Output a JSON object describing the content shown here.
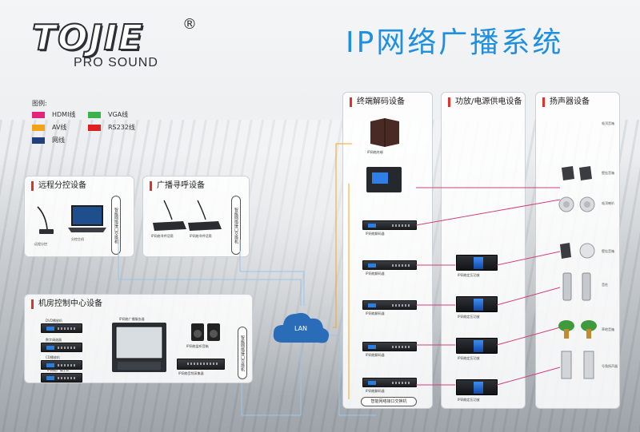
{
  "brand": {
    "logo_text": "TOJIE",
    "registered_mark": "®",
    "tagline": "PRO SOUND"
  },
  "title": "IP网络广播系统",
  "legend": {
    "title": "图例:",
    "items": [
      {
        "label": "HDMI线",
        "color": "#e0257f"
      },
      {
        "label": "VGA线",
        "color": "#3bb34a"
      },
      {
        "label": "AV线",
        "color": "#f2a31b"
      },
      {
        "label": "RS232线",
        "color": "#e02020"
      },
      {
        "label": "网线",
        "color": "#1f3f7a"
      }
    ]
  },
  "panels": {
    "remote": {
      "title": "远程分控设备",
      "devices": [
        "远程分控",
        "分控主机"
      ],
      "port_label": "智能网络接口交换机"
    },
    "paging": {
      "title": "广播寻呼设备",
      "devices": [
        "IP网络寻呼话筒",
        "IP网络寻呼话筒"
      ],
      "port_label": "智能网络接口交换机"
    },
    "control": {
      "title": "机房控制中心设备",
      "devices": [
        "DVD播放机",
        "数字调谐器",
        "CD播放机",
        "IP网络广播主机",
        "IP网络广播服务器",
        "IP网络监听音箱",
        "IP网络音频采集器"
      ],
      "port_label": "智能网络接口交换机"
    },
    "terminal": {
      "title": "终端解码设备",
      "devices": [
        "IP网络终端",
        "IP网络解码器",
        "IP网络解码器",
        "IP网络解码器",
        "IP网络解码器",
        "IP网络解码器",
        "IP网络解码器"
      ],
      "bottom_label": "智能网络接口交换机"
    },
    "amplifier": {
      "title": "功放/电源供电设备",
      "devices": [
        "IP网络定压功放",
        "IP网络定压功放",
        "IP网络定压功放",
        "IP网络定压功放",
        "IP网络定压功放"
      ]
    },
    "speaker": {
      "title": "扬声器设备",
      "labels": [
        "吸顶音箱",
        "壁挂音箱",
        "吸顶喇叭",
        "壁挂音箱",
        "音柱",
        "草地音箱",
        "号角扬声器"
      ]
    }
  },
  "network": {
    "cloud_label": "LAN"
  },
  "colors": {
    "accent_red": "#e0312b",
    "title_blue": "#1f8fe0",
    "lan_blue": "#2b6cb8",
    "wire_pink": "#d0407c",
    "wire_light_blue": "#9cc3e8",
    "wire_orange": "#f0a81e",
    "wire_green": "#3bb34a"
  }
}
